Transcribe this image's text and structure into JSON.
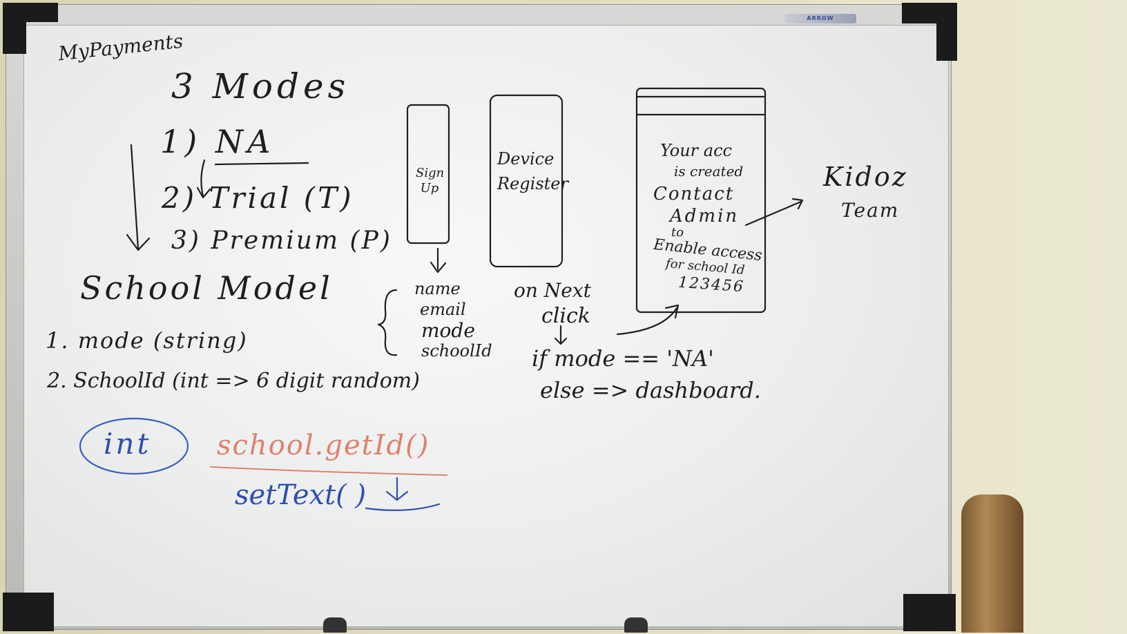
{
  "brand_label": "ARROW",
  "notes": {
    "title": "MyPayments",
    "heading": "3 Modes",
    "mode_1": "1) NA",
    "mode_2": "2) Trial (T)",
    "mode_3": "3) Premium (P)",
    "school_model": "School Model",
    "field_1": "1. mode (string)",
    "field_2": "2. SchoolId (int => 6 digit random)",
    "int_label": "int",
    "school_get_id": "school.getId()",
    "set_text": "setText( )",
    "signup_screen": "Sign Up",
    "signup_fields": [
      "name",
      "email",
      "mode",
      "schoolId"
    ],
    "device_screen": "Device Register",
    "on_next": "on Next",
    "click": "click",
    "if_mode": "if mode == 'NA'",
    "else_dashboard": "else => dashboard.",
    "msg_line1": "Your acc",
    "msg_line2": "is created",
    "msg_line3": "Contact",
    "msg_line4": "Admin",
    "msg_line5": "to",
    "msg_line6": "Enable access",
    "msg_line7": "for school Id",
    "msg_line8": "123456",
    "team_1": "Kidoz",
    "team_2": "Team"
  },
  "colors": {
    "ink": "#1e1e22",
    "blue_marker": "#2d4fb0",
    "red_marker": "#e0806d"
  }
}
